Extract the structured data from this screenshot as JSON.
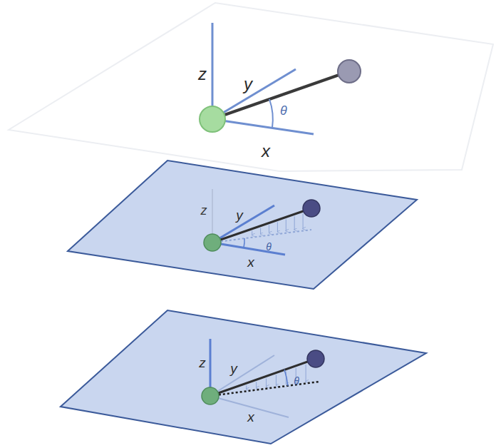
{
  "diagram": {
    "labels": [
      "z",
      "y",
      "θ",
      "x",
      "z",
      "y",
      "θ",
      "x",
      "z",
      "y",
      "θ",
      "x"
    ]
  }
}
